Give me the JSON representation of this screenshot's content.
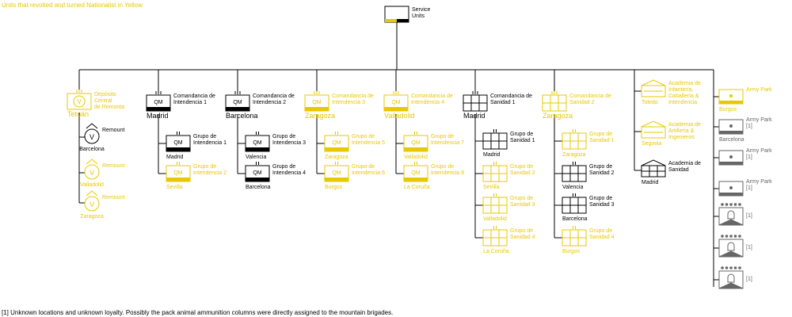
{
  "header_note": "Units that revolted and turned Nationalist in Yellow",
  "footnote": "[1] Unknown locations and unknown loyalty. Possibly the pack animal ammunition columns were directly assigned to the  mountain brigades.",
  "colors": {
    "nationalist": "#e8c800",
    "republican": "#000000",
    "line": "#000000"
  },
  "root": {
    "label": [
      "Service",
      "Units"
    ],
    "color": "black"
  },
  "units": [
    {
      "id": "deposito-central-de-remonta",
      "symbol": "remount",
      "color": "yellow",
      "label": [
        "Depósito",
        "Central",
        "de Remonta"
      ],
      "location": "Tetuán"
    },
    {
      "id": "remount-barcelona",
      "symbol": "remount-small",
      "color": "black",
      "label": [
        "Remount"
      ],
      "location": "Barcelona"
    },
    {
      "id": "remount-valladolid",
      "symbol": "remount-small",
      "color": "yellow",
      "label": [
        "Remount"
      ],
      "location": "Valladolid"
    },
    {
      "id": "remount-zaragoza",
      "symbol": "remount-small",
      "color": "yellow",
      "label": [
        "Remount"
      ],
      "location": "Zaragoza"
    },
    {
      "id": "comandancia-intendencia-1",
      "symbol": "qm",
      "color": "black",
      "text": "QM",
      "label": [
        "Comandancia de",
        "Intendencia 1"
      ],
      "location": "Madrid"
    },
    {
      "id": "grupo-intendencia-1",
      "symbol": "qm",
      "color": "black",
      "text": "QM",
      "label": [
        "Grupo de",
        "Intendencia 1"
      ],
      "location": "Madrid"
    },
    {
      "id": "grupo-intendencia-2",
      "symbol": "qm",
      "color": "yellow",
      "text": "QM",
      "label": [
        "Grupo de",
        "Intendencia 2"
      ],
      "location": "Sevilla"
    },
    {
      "id": "comandancia-intendencia-2",
      "symbol": "qm",
      "color": "black",
      "text": "QM",
      "label": [
        "Comandancia de",
        "Intendencia 2"
      ],
      "location": "Barcelona"
    },
    {
      "id": "grupo-intendencia-3",
      "symbol": "qm",
      "color": "black",
      "text": "QM",
      "label": [
        "Grupo de",
        "Intendencia 3"
      ],
      "location": "Valencia"
    },
    {
      "id": "grupo-intendencia-4",
      "symbol": "qm",
      "color": "black",
      "text": "QM",
      "label": [
        "Grupo de",
        "Intendencia 4"
      ],
      "location": "Barcelona"
    },
    {
      "id": "comandancia-intendencia-3",
      "symbol": "qm",
      "color": "yellow",
      "text": "QM",
      "label": [
        "Comandancia de",
        "Intendencia 3"
      ],
      "location": "Zaragoza"
    },
    {
      "id": "grupo-intendencia-5",
      "symbol": "qm",
      "color": "yellow",
      "text": "QM",
      "label": [
        "Grupo de",
        "Intendencia 5"
      ],
      "location": "Zaragoza"
    },
    {
      "id": "grupo-intendencia-6",
      "symbol": "qm",
      "color": "yellow",
      "text": "QM",
      "label": [
        "Grupo de",
        "Intendencia 6"
      ],
      "location": "Burgos"
    },
    {
      "id": "comandancia-intendencia-4",
      "symbol": "qm",
      "color": "yellow",
      "text": "QM",
      "label": [
        "Comandancia de",
        "Intendencia 4"
      ],
      "location": "Valladolid"
    },
    {
      "id": "grupo-intendencia-7",
      "symbol": "qm",
      "color": "yellow",
      "text": "QM",
      "label": [
        "Grupo de",
        "Intendencia 7"
      ],
      "location": "Valladolid"
    },
    {
      "id": "grupo-intendencia-8",
      "symbol": "qm",
      "color": "yellow",
      "text": "QM",
      "label": [
        "Grupo de",
        "Intendencia 8"
      ],
      "location": "La Coruña"
    },
    {
      "id": "comandancia-sanidad-1",
      "symbol": "medical",
      "color": "black",
      "label": [
        "Comandancia de",
        "Sanidad 1"
      ],
      "location": "Madrid"
    },
    {
      "id": "grupo-sanidad-1",
      "symbol": "medical",
      "color": "black",
      "label": [
        "Grupo de",
        "Sanidad 1"
      ],
      "location": "Madrid"
    },
    {
      "id": "grupo-sanidad-2",
      "symbol": "medical",
      "color": "yellow",
      "label": [
        "Grupo de",
        "Sanidad 2"
      ],
      "location": "Sevilla"
    },
    {
      "id": "grupo-sanidad-3",
      "symbol": "medical",
      "color": "yellow",
      "label": [
        "Grupo de",
        "Sanidad 3"
      ],
      "location": "Valladolid"
    },
    {
      "id": "grupo-sanidad-4",
      "symbol": "medical",
      "color": "yellow",
      "label": [
        "Grupo de",
        "Sanidad 4"
      ],
      "location": "La Coruña"
    },
    {
      "id": "comandancia-sanidad-2",
      "symbol": "medical",
      "color": "yellow",
      "label": [
        "Comandancia de",
        "Sanidad 2"
      ],
      "location": "Zaragoza"
    },
    {
      "id": "grupo-sanidad-1b",
      "symbol": "medical",
      "color": "yellow",
      "label": [
        "Grupo de",
        "Sanidad 1"
      ],
      "location": "Zaragoza"
    },
    {
      "id": "grupo-sanidad-2b",
      "symbol": "medical",
      "color": "black",
      "label": [
        "Grupo de",
        "Sanidad 2"
      ],
      "location": "Valencia"
    },
    {
      "id": "grupo-sanidad-3b",
      "symbol": "medical",
      "color": "black",
      "label": [
        "Grupo de",
        "Sanidad 3"
      ],
      "location": "Barcelona"
    },
    {
      "id": "grupo-sanidad-4b",
      "symbol": "medical",
      "color": "yellow",
      "label": [
        "Grupo de",
        "Sanidad 4"
      ],
      "location": "Burgos"
    },
    {
      "id": "academia-infanteria",
      "symbol": "academy",
      "color": "yellow",
      "label": [
        "Academia de",
        "Infantería,",
        "Caballería &",
        "Intendencia"
      ],
      "location": "Toledo"
    },
    {
      "id": "academia-artilleria",
      "symbol": "academy-ing",
      "color": "yellow",
      "label": [
        "Academia de",
        "Artillería &",
        "Ingenieros"
      ],
      "location": "Segovia"
    },
    {
      "id": "academia-sanidad",
      "symbol": "academy-med",
      "color": "black",
      "label": [
        "Academia de",
        "Sanidad"
      ],
      "location": "Madrid"
    },
    {
      "id": "army-park-burgos",
      "symbol": "park",
      "color": "yellow",
      "label": [
        "Army Park"
      ],
      "location": "Burgos"
    },
    {
      "id": "army-park-barcelona",
      "symbol": "park",
      "color": "grey",
      "label": [
        "Army Park",
        "[1]"
      ],
      "location": "Barcelona"
    },
    {
      "id": "army-park-3",
      "symbol": "park",
      "color": "grey",
      "label": [
        "Army Park",
        "[1]"
      ],
      "location": ""
    },
    {
      "id": "army-park-4",
      "symbol": "park",
      "color": "grey",
      "label": [
        "Army Park",
        "[1]"
      ],
      "location": ""
    },
    {
      "id": "pack-ammo-1",
      "symbol": "pack",
      "color": "grey",
      "label": [
        "[1]"
      ],
      "location": ""
    },
    {
      "id": "pack-ammo-2",
      "symbol": "pack",
      "color": "grey",
      "label": [
        "[1]"
      ],
      "location": ""
    },
    {
      "id": "pack-ammo-3",
      "symbol": "pack",
      "color": "grey",
      "label": [
        "[1]"
      ],
      "location": ""
    }
  ]
}
